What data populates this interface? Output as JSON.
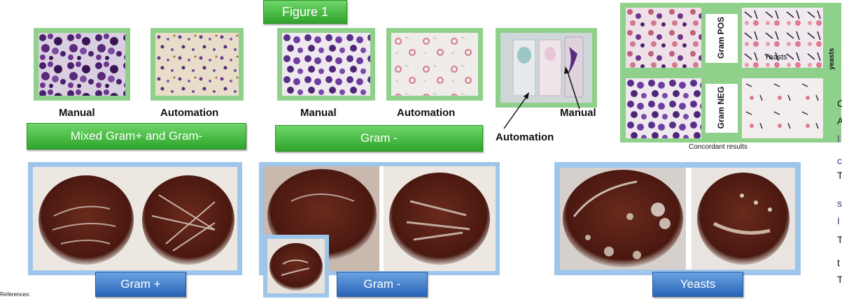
{
  "figure_title": "Figure 1",
  "panels": {
    "mixed": {
      "label_left": "Manual",
      "label_right": "Automation",
      "banner": "Mixed Gram+ and Gram-"
    },
    "gram_neg_smear": {
      "label_left": "Manual",
      "label_right": "Automation",
      "banner": "Gram -"
    },
    "slides": {
      "label_automation": "Automation",
      "label_manual": "Manual"
    },
    "concordant": {
      "gram_pos": "Gram POS",
      "gram_neg": "Gram NEG",
      "yeasts_overlay": "Yeasts",
      "caption": "Concordant results"
    }
  },
  "cultures": {
    "gram_pos": "Gram +",
    "gram_neg": "Gram -",
    "yeasts": "Yeasts"
  },
  "right_edge": {
    "rotated": "yeasts",
    "fragments": [
      "C",
      "A",
      "I",
      "c",
      "T",
      "s",
      "I",
      "T",
      "t",
      "T"
    ]
  },
  "references": "References:",
  "colors": {
    "green_frame": "#8fd08a",
    "blue_frame": "#9ec6ea",
    "stain_purple": "#5a2a7a",
    "agar_brown": "#5a1e14"
  }
}
